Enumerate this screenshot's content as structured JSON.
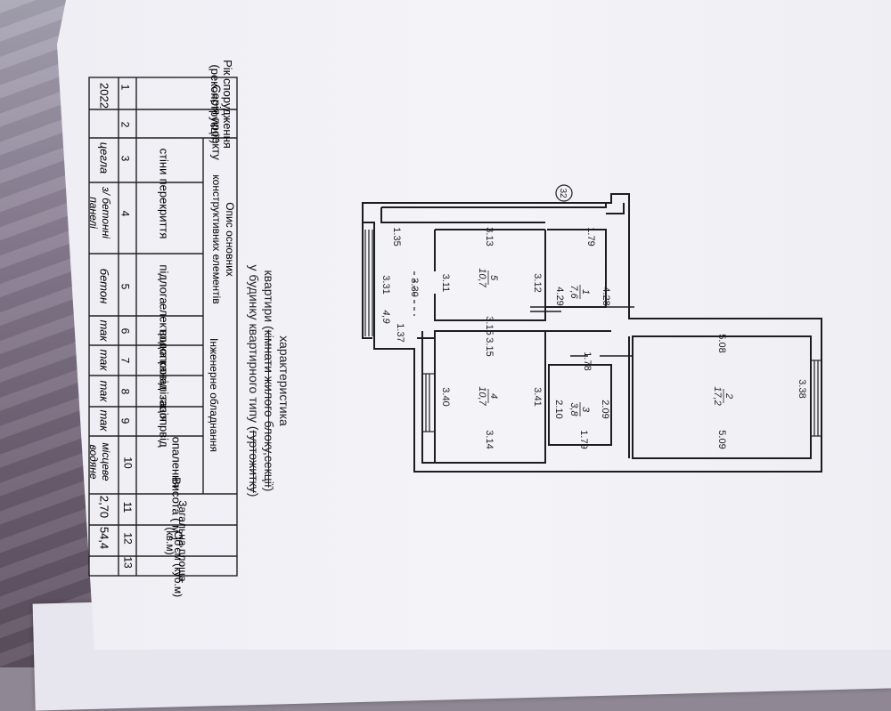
{
  "title": {
    "line1": "характеристика",
    "line2_prefix": "квартири (",
    "line2_strike": "кімнати жилого блоку,секції",
    "line2_suffix": ")",
    "line3_prefix": "у будинку квартирного типу (",
    "line3_strike": "гуртожитку",
    "line3_suffix": ")"
  },
  "table": {
    "header_construction": "Опис основних конструктивних елементів",
    "header_engineering": "Інженерне обладнання",
    "col_year": "Рік спорудження (реконструкції)",
    "col_series": "Серія проекту",
    "col_walls": "стіни",
    "col_floors": "перекриття",
    "col_floor": "підлога",
    "col_electric": "електрика",
    "col_water": "водопровід",
    "col_sewer": "каналізація",
    "col_gas": "газопрвід",
    "col_heating": "опалення",
    "col_height": "Висота ( м )",
    "col_area": "Загальна площа (кв.м)",
    "col_volume": "Об'єм (куб.м)",
    "numbers": [
      "1",
      "2",
      "3",
      "4",
      "5",
      "6",
      "7",
      "8",
      "9",
      "10",
      "11",
      "12",
      "13"
    ],
    "values": {
      "year": "2022",
      "series": "",
      "walls": "цегла",
      "floors": "з/ бетонні панелі",
      "floor": "бетон",
      "electric": "так",
      "water": "так",
      "sewer": "так",
      "gas": "так",
      "heating": "місцеве водяне",
      "height": "2,70",
      "area": "54,4",
      "volume": ""
    }
  },
  "plan": {
    "axis_marker": "32",
    "rooms": [
      {
        "num": "1",
        "area": "7,6"
      },
      {
        "num": "2",
        "area": "17,2"
      },
      {
        "num": "3",
        "area": "3,8"
      },
      {
        "num": "4",
        "area": "10,7"
      },
      {
        "num": "5",
        "area": "10,7"
      }
    ],
    "balcony_area": "4,9",
    "dimensions": {
      "d135": "1.35",
      "d313": "3.13",
      "d179a": "1.79",
      "d331": "3.31",
      "d330": "3.30",
      "d311": "3.11",
      "d312": "3.12",
      "d429": "4.29",
      "d428": "4.28",
      "d137": "1.37",
      "d315a": "3.15",
      "d315b": "3.15",
      "d508": "5.08",
      "d178": "1.78",
      "d338": "3.38",
      "d340": "3.40",
      "d341": "3.41",
      "d210": "2.10",
      "d209": "2.09",
      "d314": "3.14",
      "d179b": "1.79",
      "d509": "5.09"
    }
  }
}
